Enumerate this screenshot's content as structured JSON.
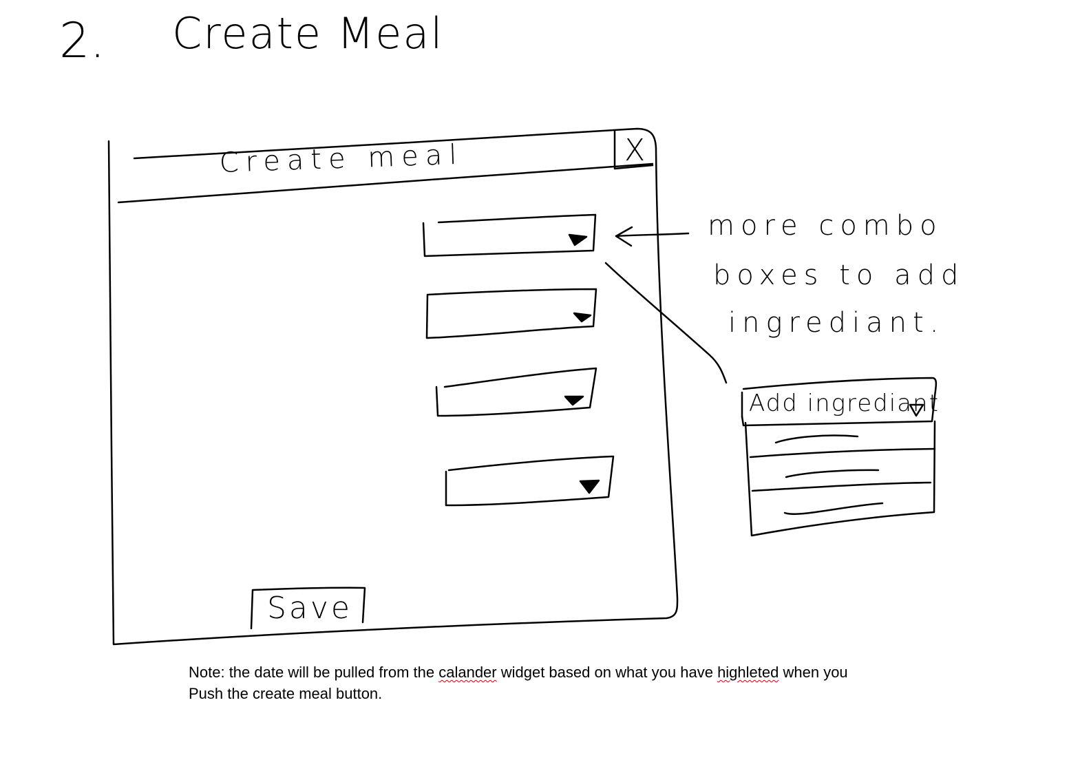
{
  "page": {
    "number": "2.",
    "heading": "Create Meal"
  },
  "dialog": {
    "title": "Create meal",
    "close_glyph": "X",
    "close_icon": "close-icon",
    "combo_boxes": [
      {
        "value": "",
        "icon": "dropdown-arrow-icon"
      },
      {
        "value": "",
        "icon": "dropdown-arrow-icon"
      },
      {
        "value": "",
        "icon": "dropdown-arrow-icon"
      },
      {
        "value": "",
        "icon": "dropdown-arrow-icon"
      }
    ],
    "save_label": "Save"
  },
  "annotation": {
    "lines": [
      "more combo",
      "boxes to add",
      "ingrediant."
    ]
  },
  "dropdown_example": {
    "label": "Add ingrediant",
    "icon": "dropdown-arrow-icon",
    "options": [
      "",
      "",
      ""
    ]
  },
  "note": {
    "line1_part1": "Note: the date will be pulled from the ",
    "line1_word1": "calander",
    "line1_part2": " widget based on what you have ",
    "line1_word2": "highleted",
    "line1_part3": " when you",
    "line2": "Push the create meal button."
  },
  "colors": {
    "ink": "#000000",
    "paper": "#ffffff",
    "spellcheck": "#d40000"
  }
}
